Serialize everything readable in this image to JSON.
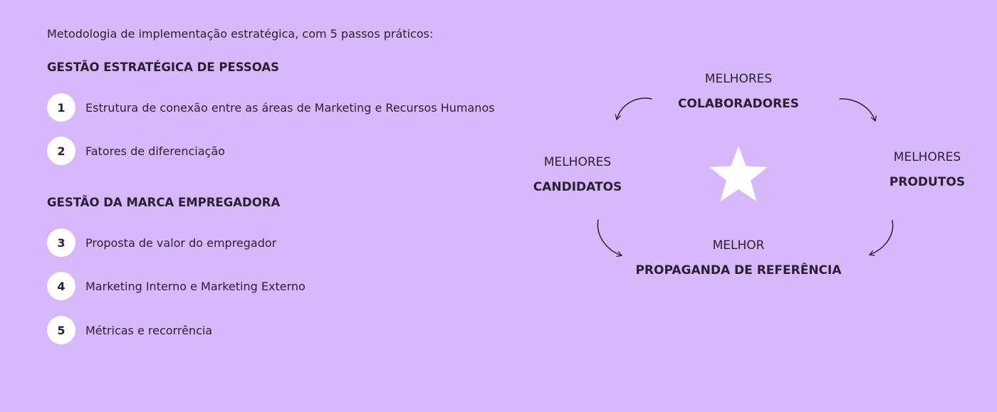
{
  "intro": "Metodologia de implementação estratégica, com 5 passos práticos:",
  "sections": [
    {
      "title": "GESTÃO ESTRATÉGICA DE PESSOAS",
      "steps": [
        {
          "number": "1",
          "text": "Estrutura de conexão entre as áreas de Marketing e Recursos Humanos"
        },
        {
          "number": "2",
          "text": "Fatores de diferenciação"
        }
      ]
    },
    {
      "title": "GESTÃO DA MARCA EMPREGADORA",
      "steps": [
        {
          "number": "3",
          "text": "Proposta de valor do empregador"
        },
        {
          "number": "4",
          "text": "Marketing Interno e Marketing Externo"
        },
        {
          "number": "5",
          "text": "Métricas e recorrência"
        }
      ]
    }
  ],
  "cycle": {
    "top": {
      "label": "MELHORES",
      "value": "COLABORADORES"
    },
    "right": {
      "label": "MELHORES",
      "value": "PRODUTOS"
    },
    "bottom": {
      "label": "MELHOR",
      "value": "PROPAGANDA DE REFERÊNCIA"
    },
    "left": {
      "label": "MELHORES",
      "value": "CANDIDATOS"
    },
    "center_icon": "star-icon",
    "arrow_icon": "curved-arrow-icon"
  },
  "colors": {
    "background": "#d7b8fb",
    "text": "#2b1f33",
    "circle": "#ffffff",
    "star": "#ffffff"
  }
}
